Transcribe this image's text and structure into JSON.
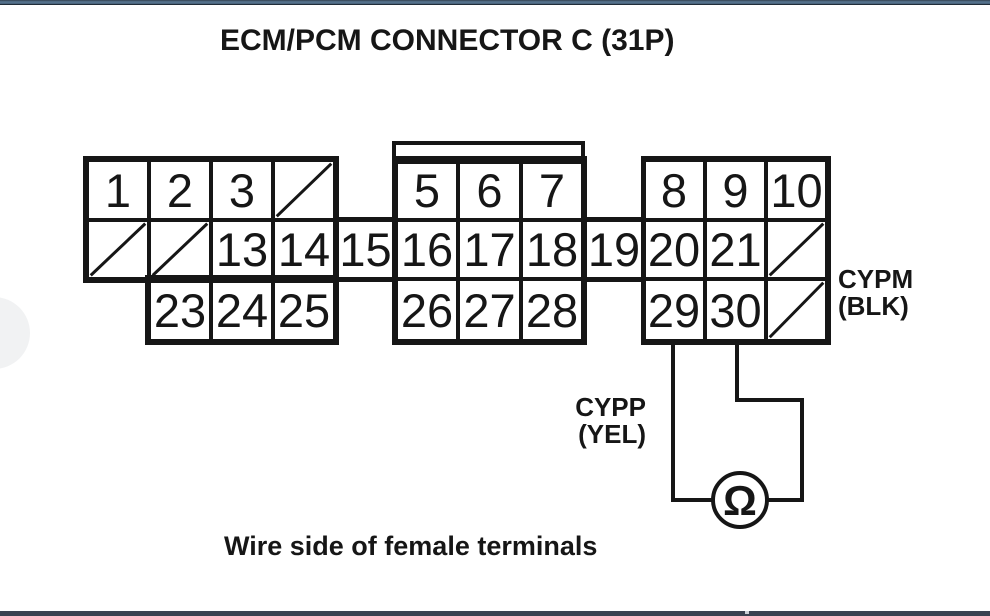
{
  "title": "ECM/PCM CONNECTOR C (31P)",
  "footer_caption": "Wire side of female terminals",
  "labels": {
    "cypm": [
      "CYPM",
      "(BLK)"
    ],
    "cypp": [
      "CYPP",
      "(YEL)"
    ]
  },
  "ohmmeter": {
    "symbol": "Ω"
  },
  "connector": {
    "note": "cells: '#' = diagonal empty position, null = no cell at that spot",
    "cells": {
      "left": [
        [
          "1",
          "2",
          "3",
          "#"
        ],
        [
          "#",
          "#",
          "13",
          "14"
        ],
        [
          null,
          "23",
          "24",
          "25"
        ]
      ],
      "strip15": [
        null,
        [
          "15"
        ],
        null
      ],
      "middle": [
        [
          "5",
          "6",
          "7"
        ],
        [
          "16",
          "17",
          "18"
        ],
        [
          "26",
          "27",
          "28"
        ]
      ],
      "strip19": [
        null,
        [
          "19"
        ],
        null
      ],
      "right": [
        [
          "8",
          "9",
          "10"
        ],
        [
          "20",
          "21",
          "#"
        ],
        [
          "29",
          "30",
          "#"
        ]
      ]
    }
  },
  "colors": {
    "line": "#161616",
    "top_bar_blue": "#54718c",
    "bottom_bar": "#3a4250"
  }
}
